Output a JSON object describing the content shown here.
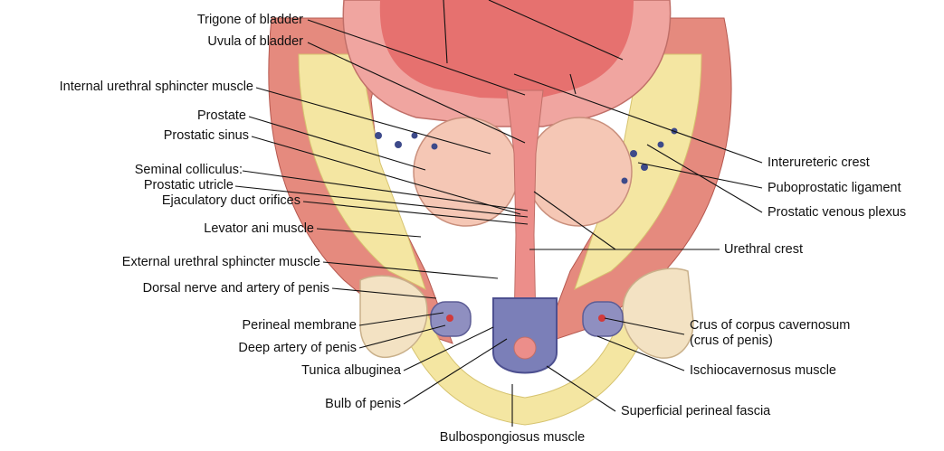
{
  "colors": {
    "background": "#ffffff",
    "muscle": "#e58a7e",
    "muscle_light": "#f2b3a5",
    "mucosa": "#ec8e8a",
    "fat": "#f4e6a2",
    "bone": "#f3e2c3",
    "erectile": "#7b7fb8",
    "vein": "#3d4a8a",
    "leader": "#111111"
  },
  "labels_left": {
    "trigone": "Trigone of bladder",
    "uvula": "Uvula of bladder",
    "internal_sphincter": "Internal urethral sphincter muscle",
    "prostate": "Prostate",
    "prostatic_sinus": "Prostatic sinus",
    "seminal_colliculus": "Seminal colliculus:",
    "prostatic_utricle": "Prostatic utricle",
    "ejaculatory_orifices": "Ejaculatory duct orifices",
    "levator_ani": "Levator ani muscle",
    "external_sphincter": "External urethral sphincter muscle",
    "dorsal_nerve": "Dorsal nerve and artery of penis",
    "perineal_membrane": "Perineal membrane",
    "deep_artery": "Deep artery of penis",
    "tunica_albuginea": "Tunica albuginea",
    "bulb_of_penis": "Bulb of penis"
  },
  "labels_right": {
    "interureteric_crest": "Interureteric crest",
    "puboprostatic_ligament": "Puboprostatic ligament",
    "prostatic_venous_plexus": "Prostatic venous plexus",
    "urethral_crest": "Urethral crest",
    "crus_line1": "Crus of corpus cavernosum",
    "crus_line2": "(crus of penis)",
    "ischiocavernosus": "Ischiocavernosus muscle",
    "superficial_fascia": "Superficial perineal fascia"
  },
  "labels_bottom": {
    "bulbospongiosus": "Bulbospongiosus muscle"
  }
}
